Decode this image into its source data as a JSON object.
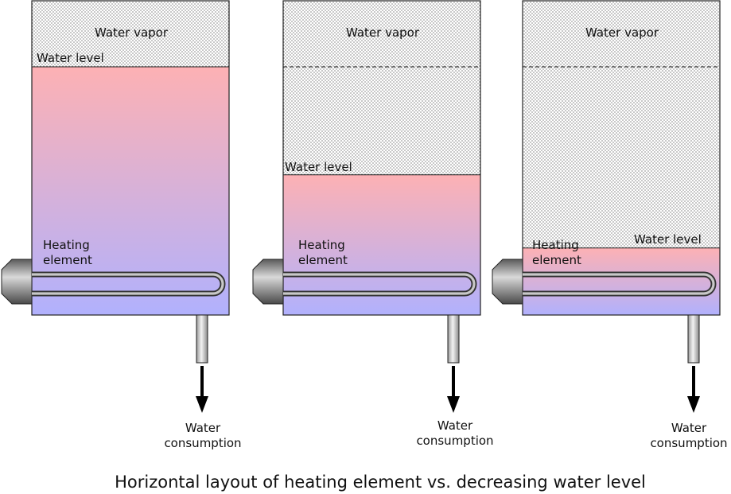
{
  "caption": "Horizontal layout of heating element vs. decreasing water level",
  "panels": [
    {
      "water_level_fraction": 1.0,
      "labels": {
        "vapor": "Water vapor",
        "level": "Water level",
        "heating_line1": "Heating",
        "heating_line2": "element",
        "consumption_line1": "Water",
        "consumption_line2": "consumption"
      }
    },
    {
      "water_level_fraction": 0.565,
      "labels": {
        "vapor": "Water vapor",
        "level": "Water level",
        "heating_line1": "Heating",
        "heating_line2": "element",
        "consumption_line1": "Water",
        "consumption_line2": "consumption"
      }
    },
    {
      "water_level_fraction": 0.27,
      "labels": {
        "vapor": "Water vapor",
        "level": "Water level",
        "heating_line1": "Heating",
        "heating_line2": "element",
        "consumption_line1": "Water",
        "consumption_line2": "consumption"
      }
    }
  ],
  "colors": {
    "water_top": "#fdb1b4",
    "water_bottom": "#b1b1fd",
    "vapor_dots": "#555555",
    "outline": "#222222"
  }
}
